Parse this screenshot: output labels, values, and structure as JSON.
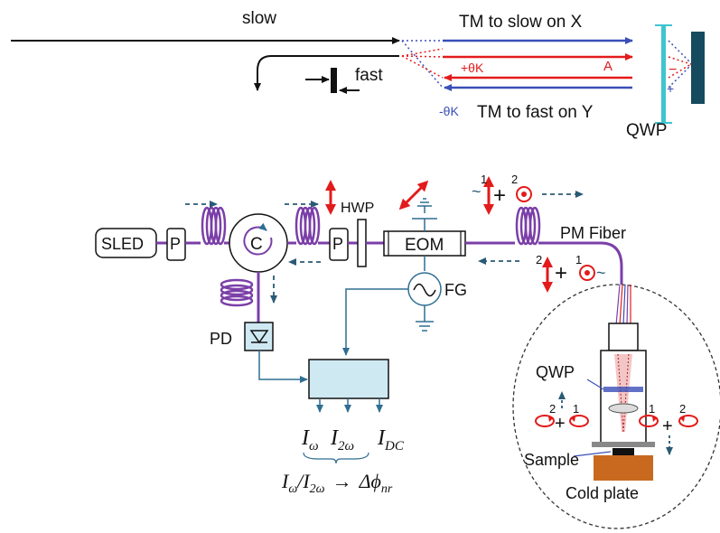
{
  "colors": {
    "purple_fiber": "#7b3fa8",
    "beam_red": "#e21b1b",
    "beam_blue": "#3a4fb8",
    "signal_teal": "#2f6e92",
    "qwp_cyan": "#3fc4d0",
    "mirror_navy": "#164a5e",
    "detector_fill": "#cfe9f3",
    "cold_plate": "#c9691f",
    "arrow_dark": "#2a5a75"
  },
  "top_panel": {
    "slow_label": "slow",
    "fast_label": "fast",
    "tm_slow_label": "TM to slow on X",
    "tm_fast_label": "TM to fast on Y",
    "plus_theta_label": "+θK",
    "minus_theta_label": "-θK",
    "a_label": "A",
    "minus_sign": "−",
    "plus_sign": "+",
    "qwp_label": "QWP"
  },
  "bottom_panel": {
    "sled_label": "SLED",
    "polarizer_1_label": "P",
    "circulator_label": "C",
    "polarizer_2_label": "P",
    "hwp_label": "HWP",
    "eom_label": "EOM",
    "fg_label": "FG",
    "pd_label": "PD",
    "pm_fiber_label": "PM Fiber",
    "qwp_label": "QWP",
    "sample_label": "Sample",
    "cold_plate_label": "Cold plate",
    "mode_1": "1",
    "mode_2": "2",
    "plus_sign": "+",
    "tilde": "~",
    "outputs": {
      "i_omega": "I",
      "i_omega_sub": "ω",
      "i_2omega": "I",
      "i_2omega_sub": "2ω",
      "i_dc": "I",
      "i_dc_sub": "DC"
    },
    "formula": {
      "num": "I",
      "num_sub": "ω",
      "slash": "/",
      "den": "I",
      "den_sub": "2ω",
      "arrow": "→",
      "result": "Δϕ",
      "result_sub": "nr"
    }
  }
}
